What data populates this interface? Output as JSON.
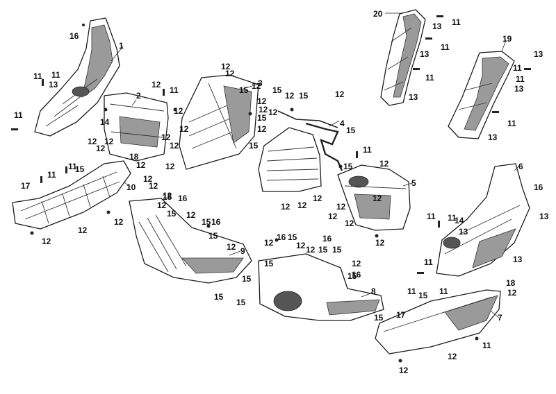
{
  "diagram": {
    "background": "#ffffff",
    "line_color": "#1a1a1a",
    "shade_color": "#9a9a9a",
    "callouts": [
      {
        "id": "c20",
        "text": "20"
      },
      {
        "id": "c19",
        "text": "19"
      },
      {
        "id": "c1",
        "text": "1"
      },
      {
        "id": "c2",
        "text": "2"
      },
      {
        "id": "c3",
        "text": "3"
      },
      {
        "id": "c4",
        "text": "4"
      },
      {
        "id": "c5",
        "text": "5"
      },
      {
        "id": "c6",
        "text": "6"
      },
      {
        "id": "c7",
        "text": "7"
      },
      {
        "id": "c8",
        "text": "8"
      },
      {
        "id": "c9",
        "text": "9"
      },
      {
        "id": "c10",
        "text": "10"
      },
      {
        "id": "c14a",
        "text": "14"
      },
      {
        "id": "c14b",
        "text": "14"
      },
      {
        "id": "c16a",
        "text": "16"
      },
      {
        "id": "c16b",
        "text": "16"
      },
      {
        "id": "c16c",
        "text": "16"
      },
      {
        "id": "c16d",
        "text": "16"
      },
      {
        "id": "c16e",
        "text": "16"
      },
      {
        "id": "c16f",
        "text": "16"
      },
      {
        "id": "c16g",
        "text": "16"
      },
      {
        "id": "c17a",
        "text": "17"
      },
      {
        "id": "c17b",
        "text": "17"
      },
      {
        "id": "c18a",
        "text": "18"
      },
      {
        "id": "c18b",
        "text": "18"
      },
      {
        "id": "c11a",
        "text": "11"
      },
      {
        "id": "c11b",
        "text": "11"
      },
      {
        "id": "c11c",
        "text": "11"
      },
      {
        "id": "c11d",
        "text": "11"
      },
      {
        "id": "c11e",
        "text": "11"
      },
      {
        "id": "c11f",
        "text": "11"
      },
      {
        "id": "c11g",
        "text": "11"
      },
      {
        "id": "c11h",
        "text": "11"
      },
      {
        "id": "c11i",
        "text": "11"
      },
      {
        "id": "c11j",
        "text": "11"
      },
      {
        "id": "c11k",
        "text": "11"
      },
      {
        "id": "c11l",
        "text": "11"
      },
      {
        "id": "c11m",
        "text": "11"
      },
      {
        "id": "c11n",
        "text": "11"
      },
      {
        "id": "c11o",
        "text": "11"
      },
      {
        "id": "c11p",
        "text": "11"
      },
      {
        "id": "c11q",
        "text": "11"
      },
      {
        "id": "c11r",
        "text": "11"
      },
      {
        "id": "c11s",
        "text": "11"
      },
      {
        "id": "c13a",
        "text": "13"
      },
      {
        "id": "c13b",
        "text": "13"
      },
      {
        "id": "c13c",
        "text": "13"
      },
      {
        "id": "c13d",
        "text": "13"
      },
      {
        "id": "c13e",
        "text": "13"
      },
      {
        "id": "c13f",
        "text": "13"
      },
      {
        "id": "c13g",
        "text": "13"
      },
      {
        "id": "c13h",
        "text": "13"
      },
      {
        "id": "c13i",
        "text": "13"
      },
      {
        "id": "c13j",
        "text": "13"
      },
      {
        "id": "c15a",
        "text": "15"
      },
      {
        "id": "c15b",
        "text": "15"
      },
      {
        "id": "c15c",
        "text": "15"
      },
      {
        "id": "c15d",
        "text": "15"
      },
      {
        "id": "c15e",
        "text": "15"
      },
      {
        "id": "c15f",
        "text": "15"
      },
      {
        "id": "c15g",
        "text": "15"
      },
      {
        "id": "c15h",
        "text": "15"
      },
      {
        "id": "c15i",
        "text": "15"
      },
      {
        "id": "c15j",
        "text": "15"
      },
      {
        "id": "c15k",
        "text": "15"
      },
      {
        "id": "c15l",
        "text": "15"
      },
      {
        "id": "c15m",
        "text": "15"
      },
      {
        "id": "c15n",
        "text": "15"
      },
      {
        "id": "c15o",
        "text": "15"
      },
      {
        "id": "c15p",
        "text": "15"
      },
      {
        "id": "c15q",
        "text": "15"
      },
      {
        "id": "c15r",
        "text": "15"
      },
      {
        "id": "c15s",
        "text": "15"
      },
      {
        "id": "c15t",
        "text": "15"
      },
      {
        "id": "c15u",
        "text": "15"
      },
      {
        "id": "c15v",
        "text": "15"
      },
      {
        "id": "c12a",
        "text": "12"
      },
      {
        "id": "c12b",
        "text": "12"
      },
      {
        "id": "c12c",
        "text": "12"
      },
      {
        "id": "c12d",
        "text": "12"
      },
      {
        "id": "c12e",
        "text": "12"
      },
      {
        "id": "c12f",
        "text": "12"
      },
      {
        "id": "c12g",
        "text": "12"
      },
      {
        "id": "c12h",
        "text": "12"
      },
      {
        "id": "c12i",
        "text": "12"
      },
      {
        "id": "c12j",
        "text": "12"
      },
      {
        "id": "c12k",
        "text": "12"
      },
      {
        "id": "c12l",
        "text": "12"
      },
      {
        "id": "c12m",
        "text": "12"
      },
      {
        "id": "c12n",
        "text": "12"
      },
      {
        "id": "c12o",
        "text": "12"
      },
      {
        "id": "c12p",
        "text": "12"
      },
      {
        "id": "c12q",
        "text": "12"
      },
      {
        "id": "c12r",
        "text": "12"
      },
      {
        "id": "c12s",
        "text": "12"
      },
      {
        "id": "c12t",
        "text": "12"
      },
      {
        "id": "c12u",
        "text": "12"
      },
      {
        "id": "c12v",
        "text": "12"
      },
      {
        "id": "c12w",
        "text": "12"
      },
      {
        "id": "c12x",
        "text": "12"
      },
      {
        "id": "c12y",
        "text": "12"
      },
      {
        "id": "c12z",
        "text": "12"
      },
      {
        "id": "c12aa",
        "text": "12"
      },
      {
        "id": "c12ab",
        "text": "12"
      },
      {
        "id": "c12ac",
        "text": "12"
      },
      {
        "id": "c12ad",
        "text": "12"
      },
      {
        "id": "c12ae",
        "text": "12"
      },
      {
        "id": "c12af",
        "text": "12"
      },
      {
        "id": "c12ag",
        "text": "12"
      },
      {
        "id": "c12ah",
        "text": "12"
      },
      {
        "id": "c12ai",
        "text": "12"
      },
      {
        "id": "c12aj",
        "text": "12"
      },
      {
        "id": "c12ak",
        "text": "12"
      },
      {
        "id": "c12al",
        "text": "12"
      },
      {
        "id": "c12am",
        "text": "12"
      },
      {
        "id": "c12an",
        "text": "12"
      },
      {
        "id": "c12ao",
        "text": "12"
      },
      {
        "id": "c12ap",
        "text": "12"
      },
      {
        "id": "c12aq",
        "text": "12"
      },
      {
        "id": "c12ar",
        "text": "12"
      }
    ]
  }
}
